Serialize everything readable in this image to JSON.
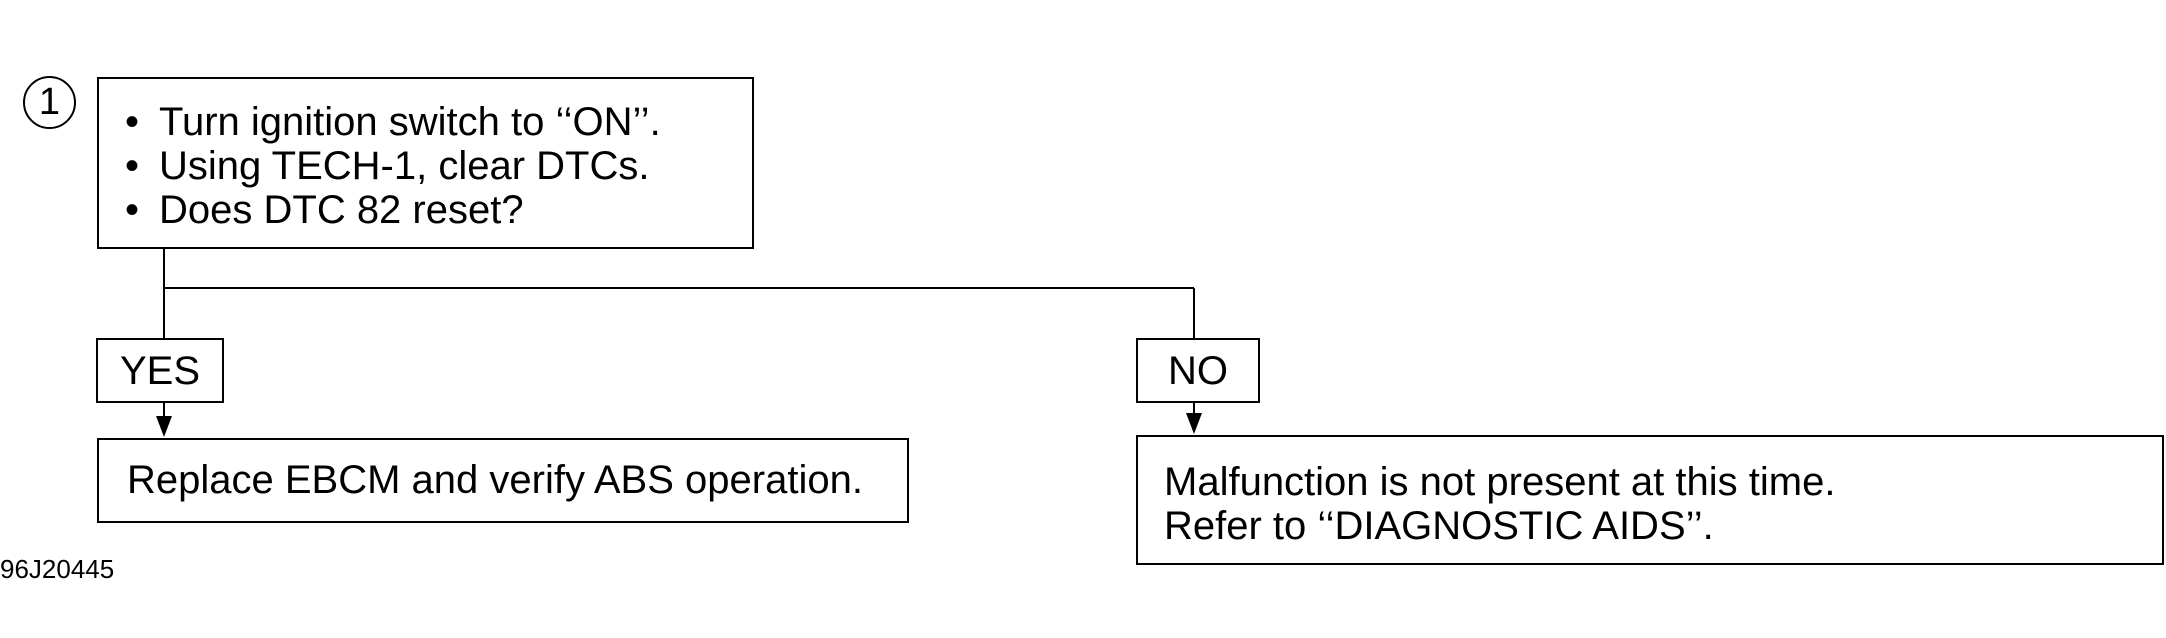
{
  "step": {
    "number": "1",
    "lines": [
      "Turn ignition switch to ‘‘ON’’.",
      "Using TECH-1, clear DTCs.",
      "Does DTC 82 reset?"
    ],
    "bullet": "•"
  },
  "branches": {
    "yes": {
      "label": "YES",
      "result_lines": [
        "Replace EBCM and verify ABS operation."
      ]
    },
    "no": {
      "label": "NO",
      "result_lines": [
        "Malfunction is not present at this time.",
        "Refer to ‘‘DIAGNOSTIC AIDS’’."
      ]
    }
  },
  "figure_code": "96J20445"
}
